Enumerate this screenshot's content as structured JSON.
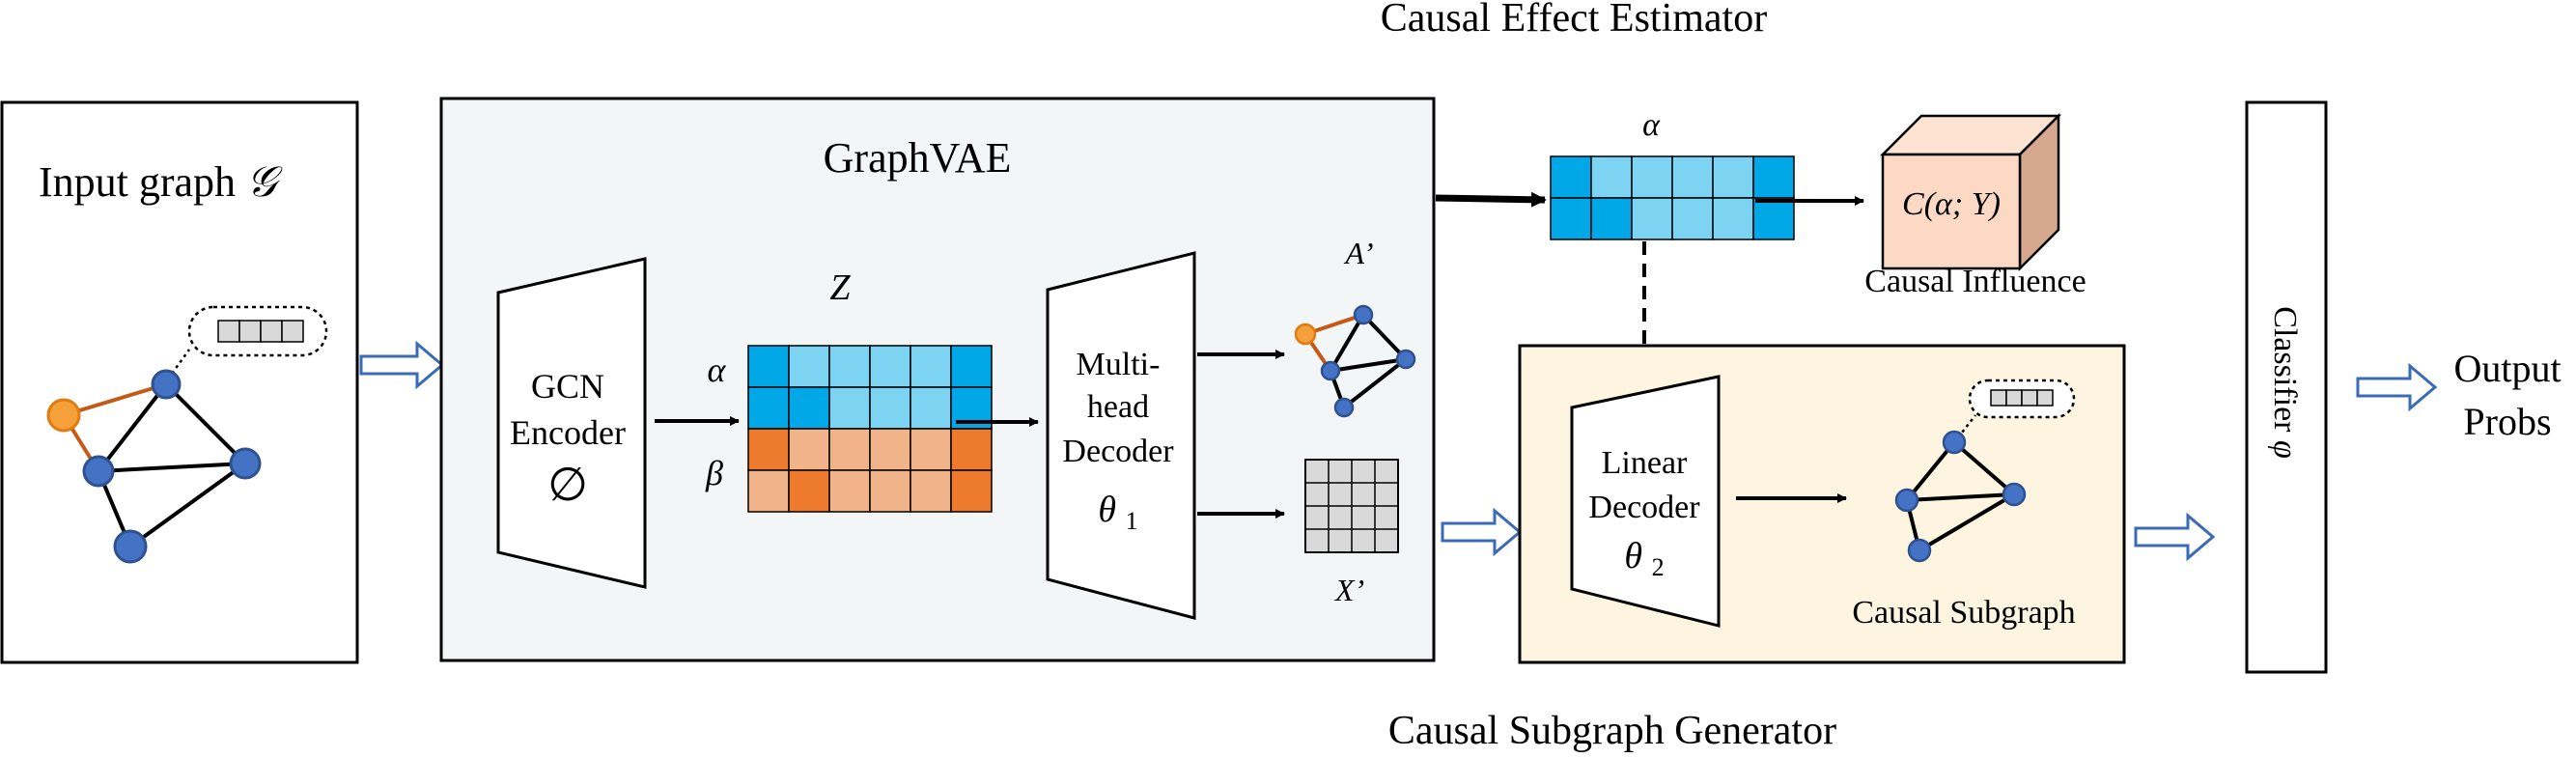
{
  "top_label": "Causal Effect Estimator",
  "bottom_label": "Causal Subgraph Generator",
  "input": {
    "title": "Input graph",
    "symbol": "𝒢"
  },
  "graphvae": {
    "title": "GraphVAE",
    "encoder_line1": "GCN",
    "encoder_line2": "Encoder",
    "encoder_symbol": "∅",
    "latent_label": "Z",
    "alpha_label": "α",
    "beta_label": "β",
    "decoder_line1": "Multi-",
    "decoder_line2": "head",
    "decoder_line3": "Decoder",
    "decoder_symbol": "θ",
    "decoder_sub": "1",
    "a_out_label": "A’",
    "x_out_label": "X’"
  },
  "estimator": {
    "alpha_label": "α",
    "causal_box": "C(α; Y)",
    "causal_caption": "Causal Influence"
  },
  "generator": {
    "decoder_line1": "Linear",
    "decoder_line2": "Decoder",
    "decoder_symbol": "θ",
    "decoder_sub": "2",
    "subgraph_caption": "Causal Subgraph"
  },
  "classifier": {
    "label": "Classifier",
    "symbol": "φ"
  },
  "output": {
    "line1": "Output",
    "line2": "Probs"
  },
  "colors": {
    "alpha_dark": "#00a8e8",
    "alpha_light": "#7dd3f2",
    "beta_dark": "#ee7a2e",
    "beta_light": "#f1b38a",
    "node_blue": "#4472c4",
    "node_orange": "#f5a03a",
    "vae_bg": "#f2f6f7",
    "gen_bg": "#fdf5e0",
    "cube_front": "#fbd9c4",
    "cube_side": "#d6a88d",
    "feature_grid": "#d9d9d9",
    "hollow_arrow": "#3a6bb4"
  }
}
